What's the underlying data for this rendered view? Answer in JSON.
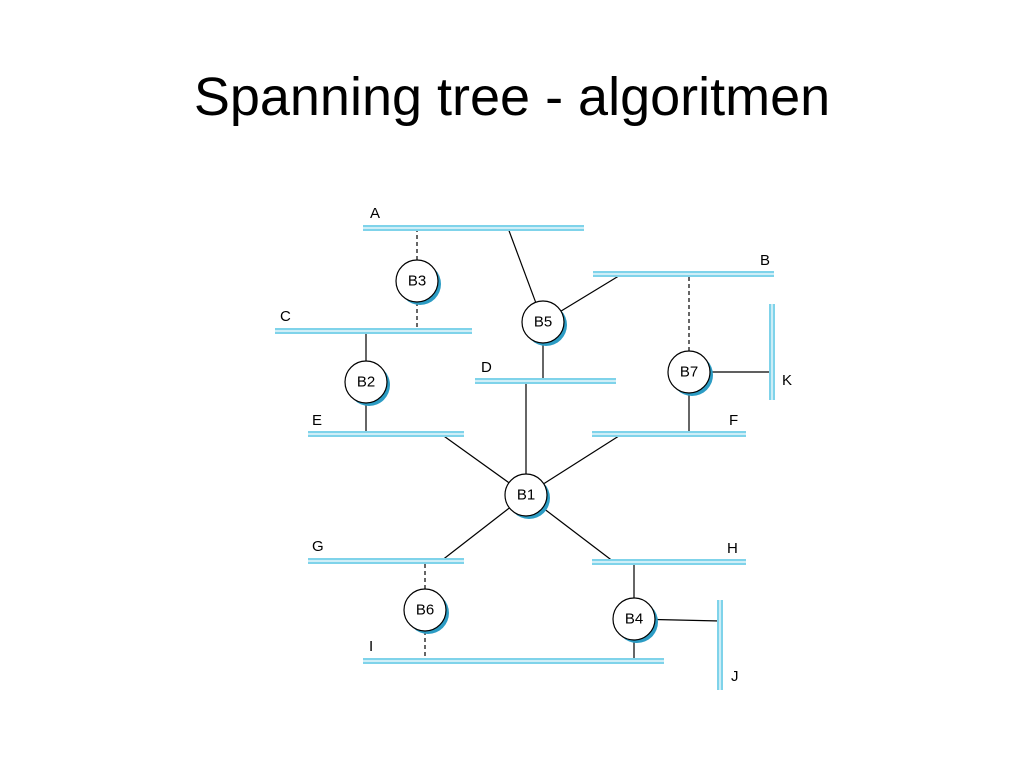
{
  "slide": {
    "title": "Spanning tree - algoritmen"
  },
  "diagram": {
    "lan_color": "#7fd3ea",
    "link_color": "#000000",
    "bridge_shadow_color": "#2c9cc4",
    "lans": [
      {
        "id": "A",
        "label": "A"
      },
      {
        "id": "B",
        "label": "B"
      },
      {
        "id": "C",
        "label": "C"
      },
      {
        "id": "D",
        "label": "D"
      },
      {
        "id": "E",
        "label": "E"
      },
      {
        "id": "F",
        "label": "F"
      },
      {
        "id": "G",
        "label": "G"
      },
      {
        "id": "H",
        "label": "H"
      },
      {
        "id": "I",
        "label": "I"
      },
      {
        "id": "J",
        "label": "J"
      },
      {
        "id": "K",
        "label": "K"
      }
    ],
    "bridges": [
      {
        "id": "B1",
        "label": "B1"
      },
      {
        "id": "B2",
        "label": "B2"
      },
      {
        "id": "B3",
        "label": "B3"
      },
      {
        "id": "B4",
        "label": "B4"
      },
      {
        "id": "B5",
        "label": "B5"
      },
      {
        "id": "B6",
        "label": "B6"
      },
      {
        "id": "B7",
        "label": "B7"
      }
    ],
    "links": [
      {
        "bridge": "B3",
        "lan": "A",
        "style": "dashed"
      },
      {
        "bridge": "B3",
        "lan": "C",
        "style": "dashed"
      },
      {
        "bridge": "B5",
        "lan": "A",
        "style": "solid"
      },
      {
        "bridge": "B5",
        "lan": "B",
        "style": "solid"
      },
      {
        "bridge": "B5",
        "lan": "D",
        "style": "solid"
      },
      {
        "bridge": "B2",
        "lan": "C",
        "style": "solid"
      },
      {
        "bridge": "B2",
        "lan": "E",
        "style": "solid"
      },
      {
        "bridge": "B7",
        "lan": "B",
        "style": "dashed"
      },
      {
        "bridge": "B7",
        "lan": "K",
        "style": "solid"
      },
      {
        "bridge": "B7",
        "lan": "F",
        "style": "solid"
      },
      {
        "bridge": "B1",
        "lan": "D",
        "style": "solid"
      },
      {
        "bridge": "B1",
        "lan": "E",
        "style": "solid"
      },
      {
        "bridge": "B1",
        "lan": "F",
        "style": "solid"
      },
      {
        "bridge": "B1",
        "lan": "G",
        "style": "solid"
      },
      {
        "bridge": "B1",
        "lan": "H",
        "style": "solid"
      },
      {
        "bridge": "B6",
        "lan": "G",
        "style": "dashed"
      },
      {
        "bridge": "B6",
        "lan": "I",
        "style": "dashed"
      },
      {
        "bridge": "B4",
        "lan": "H",
        "style": "solid"
      },
      {
        "bridge": "B4",
        "lan": "I",
        "style": "solid"
      },
      {
        "bridge": "B4",
        "lan": "J",
        "style": "solid"
      }
    ]
  }
}
